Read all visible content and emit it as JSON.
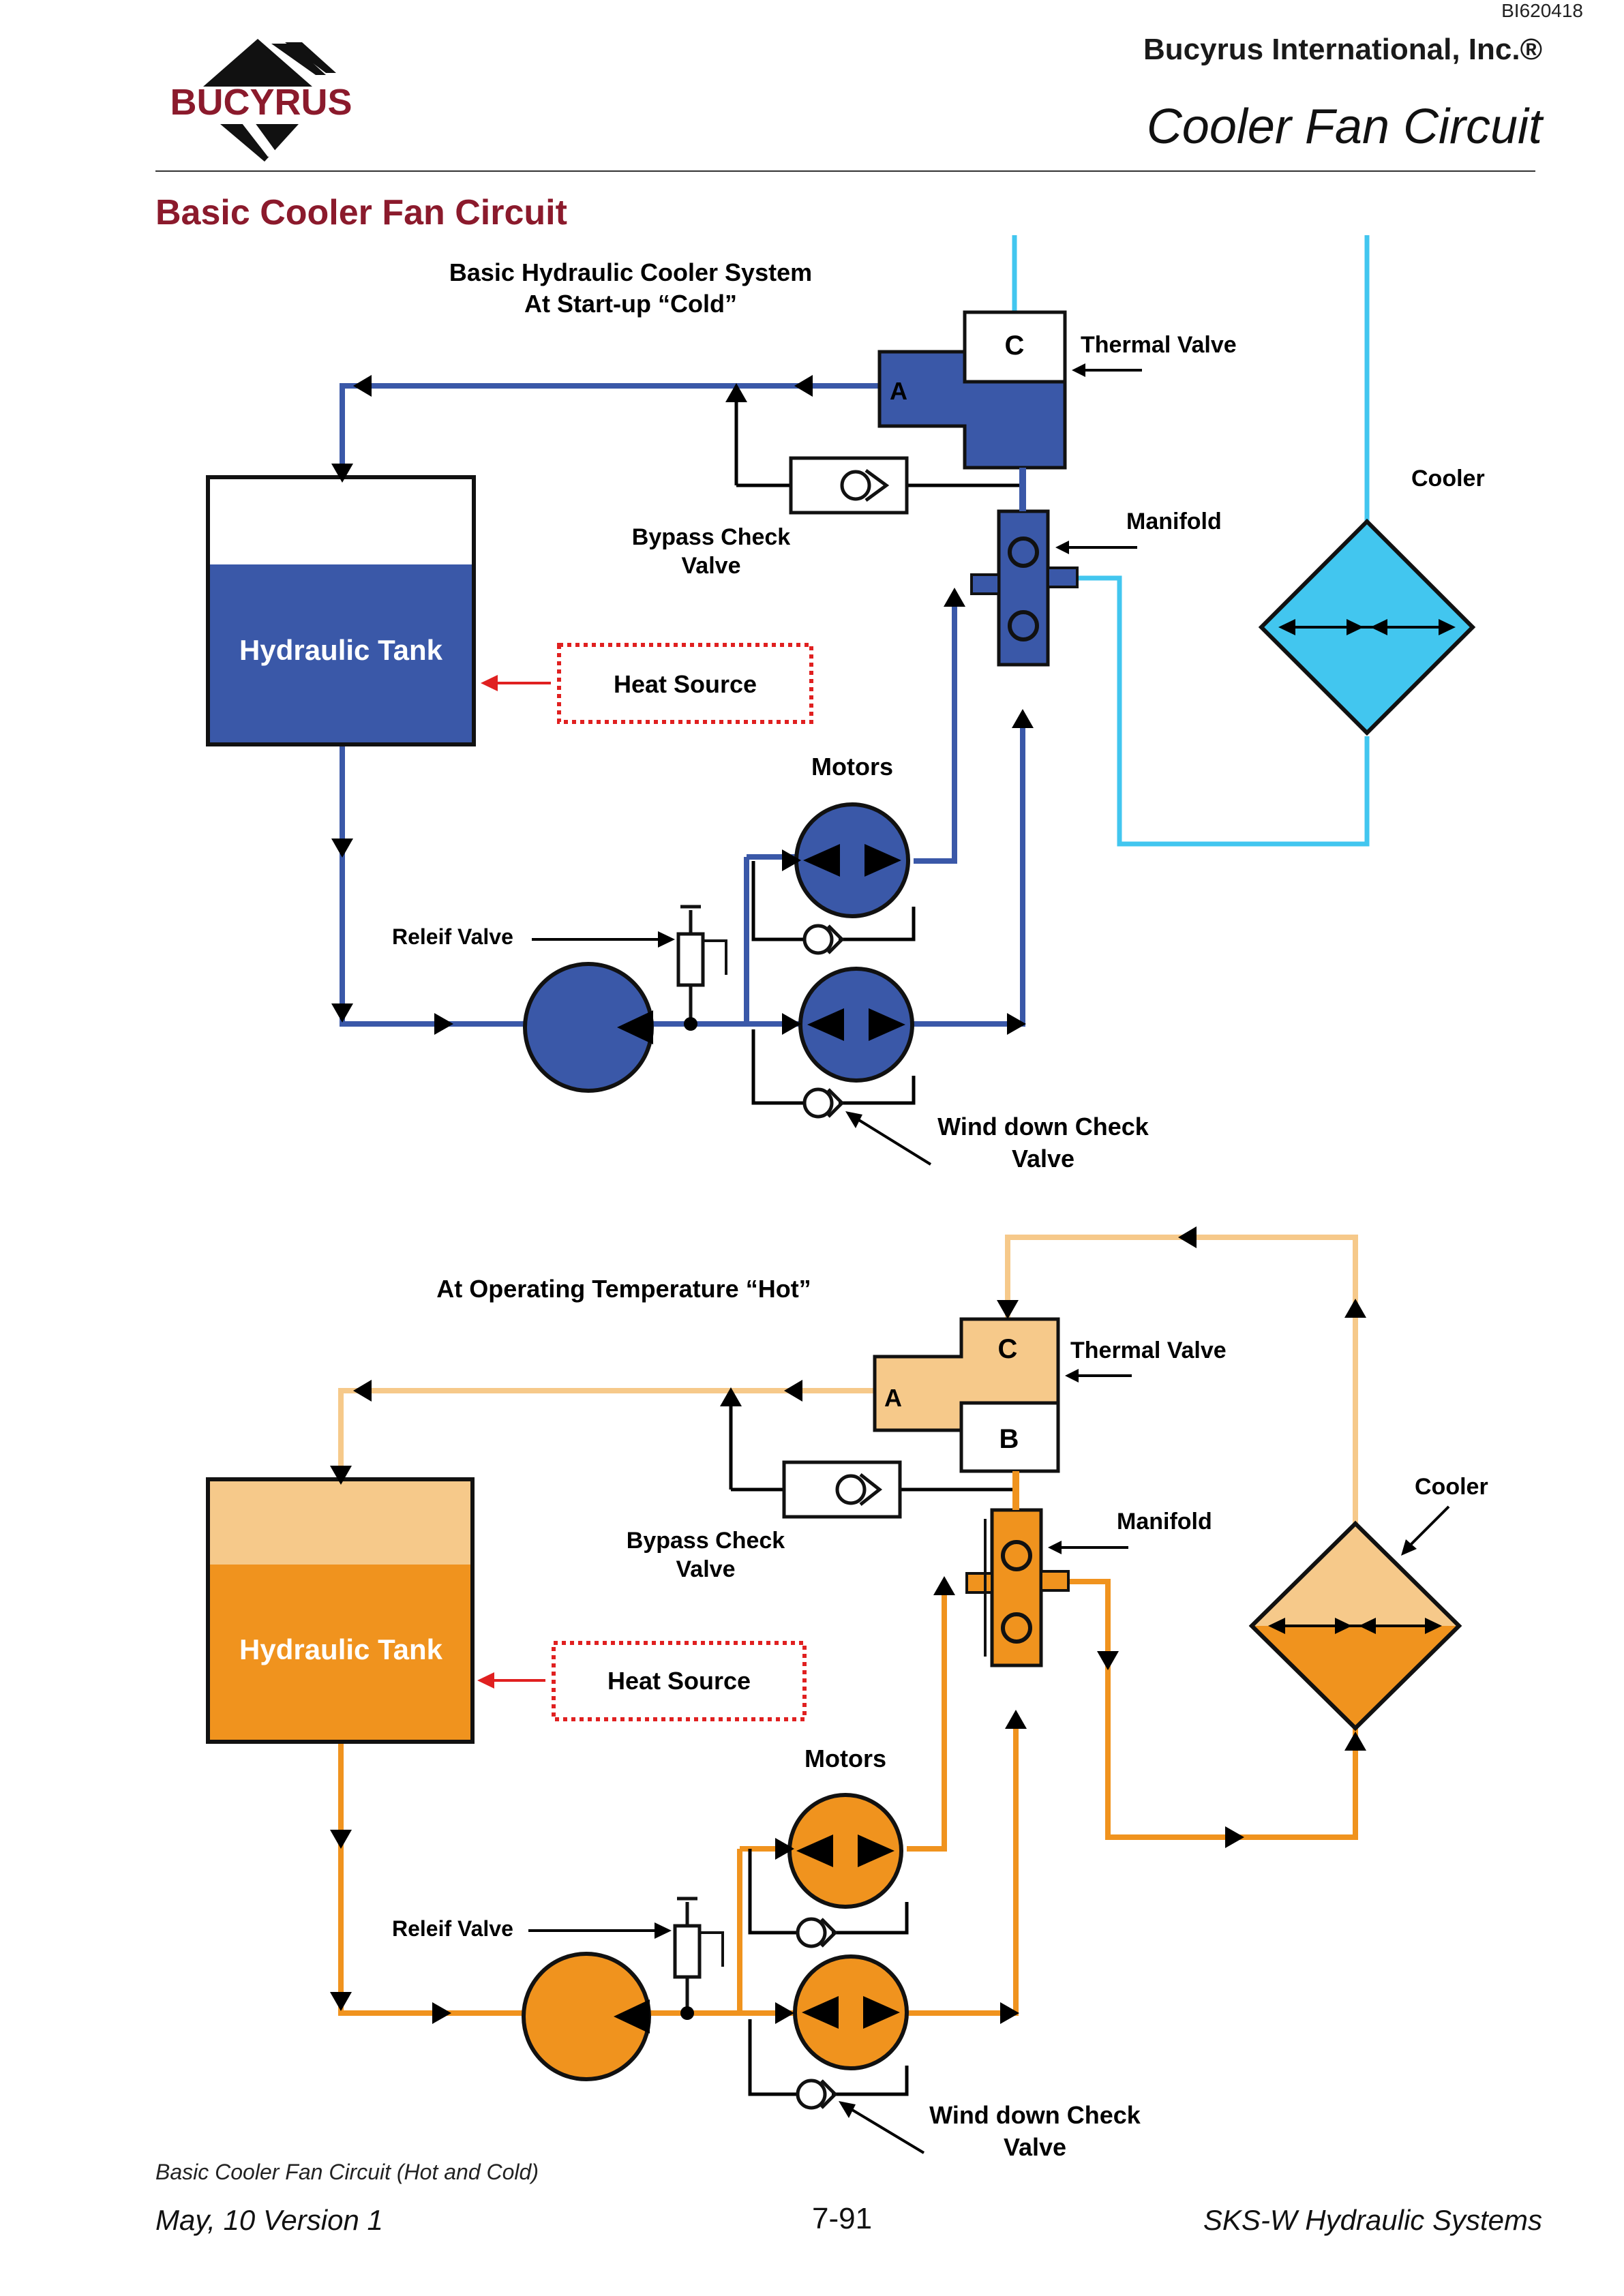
{
  "header": {
    "doc_id": "BI620418",
    "company": "Bucyrus International, Inc.®",
    "page_title": "Cooler Fan Circuit",
    "logo_text": "BUCYRUS"
  },
  "section_title": "Basic Cooler Fan Circuit",
  "diagram_cold": {
    "title_line1": "Basic Hydraulic Cooler System",
    "title_line2": "At Start-up “Cold”",
    "thermal_valve": "Thermal Valve",
    "port_c": "C",
    "port_a": "A",
    "cooler": "Cooler",
    "manifold": "Manifold",
    "bypass_line1": "Bypass Check",
    "bypass_line2": "Valve",
    "tank": "Hydraulic Tank",
    "heat_source": "Heat Source",
    "motors": "Motors",
    "relief_valve": "Releif Valve",
    "wind_down_line1": "Wind down Check",
    "wind_down_line2": "Valve"
  },
  "diagram_hot": {
    "title": "At Operating Temperature “Hot”",
    "thermal_valve": "Thermal Valve",
    "port_c": "C",
    "port_a": "A",
    "port_b": "B",
    "cooler": "Cooler",
    "manifold": "Manifold",
    "bypass_line1": "Bypass Check",
    "bypass_line2": "Valve",
    "tank": "Hydraulic Tank",
    "heat_source": "Heat Source",
    "motors": "Motors",
    "relief_valve": "Releif Valve",
    "wind_down_line1": "Wind down Check",
    "wind_down_line2": "Valve"
  },
  "caption": "Basic Cooler Fan Circuit (Hot and Cold)",
  "footer": {
    "left": "May, 10 Version 1",
    "center": "7-91",
    "right": "SKS-W Hydraulic Systems"
  },
  "colors": {
    "brand": "#8b1a2c",
    "cold_fill": "#3a58a8",
    "cold_line": "#3a58a8",
    "cooler_cold": "#42c6ef",
    "hot_fill": "#f0931e",
    "hot_light": "#f6c98a",
    "heat_border": "#e02020"
  }
}
